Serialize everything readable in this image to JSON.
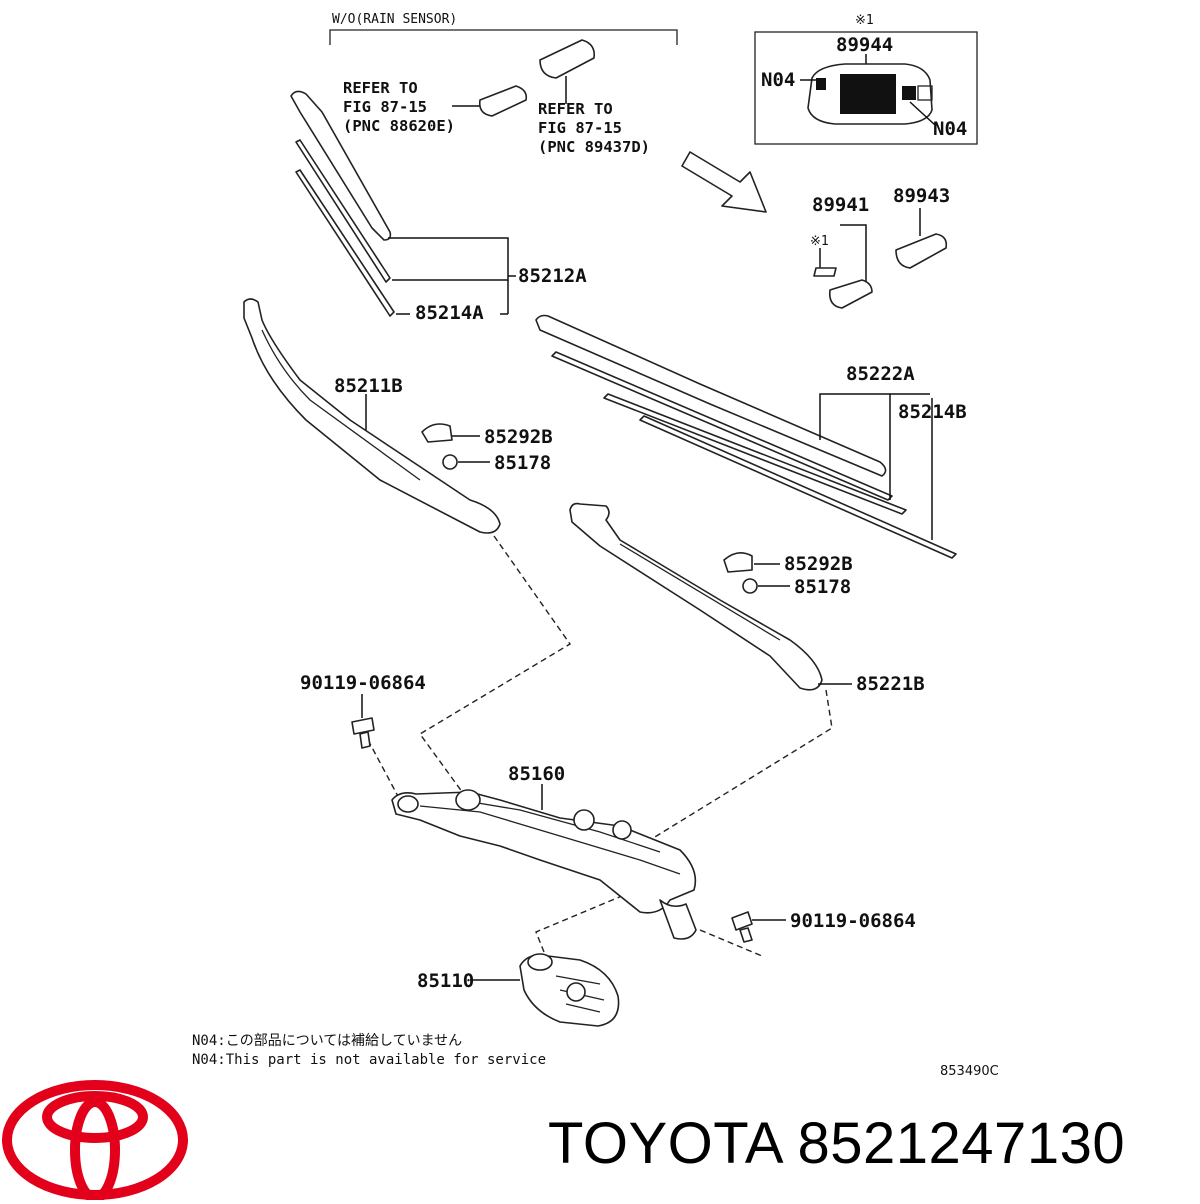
{
  "header": {
    "variant_label": "W/O(RAIN SENSOR)",
    "box_marker": "※1",
    "box_part": "89944",
    "n04_left": "N04",
    "n04_right": "N04"
  },
  "references": {
    "ref1": [
      "REFER TO",
      "FIG 87-15",
      "(PNC 88620E)"
    ],
    "ref2": [
      "REFER TO",
      "FIG 87-15",
      "(PNC 89437D)"
    ]
  },
  "parts": {
    "p89941": "89941",
    "p89943": "89943",
    "mark_89941": "※1",
    "p85212A": "85212A",
    "p85214A": "85214A",
    "p85211B": "85211B",
    "p85292B_left": "85292B",
    "p85178_left": "85178",
    "p85222A": "85222A",
    "p85214B": "85214B",
    "p85292B_right": "85292B",
    "p85178_right": "85178",
    "p85221B": "85221B",
    "p90119_top": "90119-06864",
    "p85160": "85160",
    "p90119_bottom": "90119-06864",
    "p85110": "85110"
  },
  "notes": {
    "jp": "N04:この部品については補給していません",
    "en": "N04:This part is not available for service"
  },
  "figure_code": "853490C",
  "footer": {
    "brand": "TOYOTA",
    "part_number": "8521247130",
    "title": "TOYOTA 8521247130",
    "logo_color": "#e2001a"
  }
}
